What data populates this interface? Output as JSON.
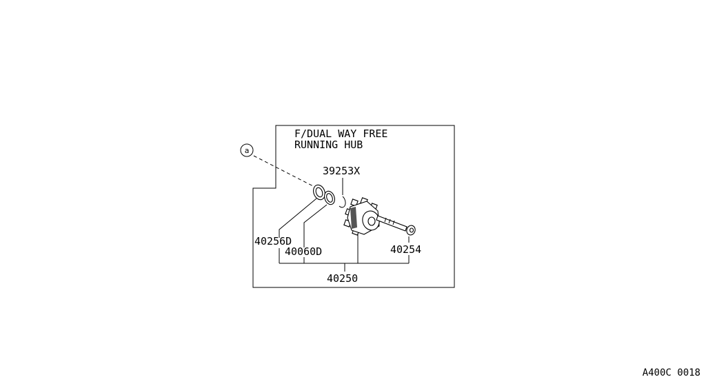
{
  "title_lines": [
    "F/DUAL WAY FREE",
    "RUNNING HUB"
  ],
  "reference_symbol": "a",
  "part_numbers": {
    "snap_ring": "39253X",
    "washer": "40256D",
    "spacer": "40060D",
    "bolt": "40254",
    "assembly": "40250"
  },
  "figure_code": "A400C 0018"
}
